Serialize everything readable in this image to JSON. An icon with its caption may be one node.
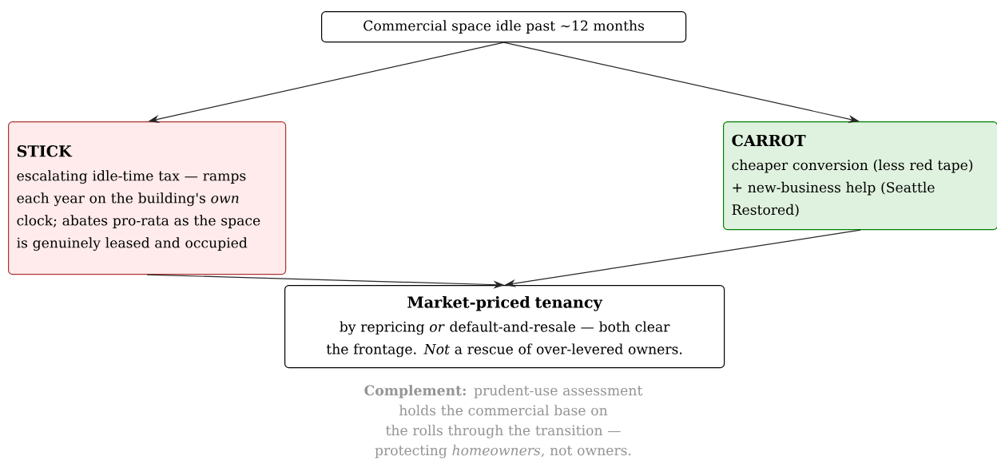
{
  "diagram": {
    "nodes": [
      {
        "text": [
          "Commercial space idle past ∼12 months"
        ]
      },
      {
        "text": [
          "STICK",
          "escalating idle-time tax — ramps each year on the building's *own* clock; abates pro-rata as the space is genuinely leased and occupied"
        ]
      },
      {
        "text": [
          "CARROT",
          "cheaper conversion (less red tape) + new-business help (Seattle Restored)"
        ]
      },
      {
        "text": [
          "Market-priced tenancy",
          "by repricing *or* default-and-resale — both clear the frontage. *Not* a rescue of over-levered owners."
        ]
      }
    ],
    "edges": [
      {
        "from": 0,
        "to": 1,
        "arrow": "to"
      },
      {
        "from": 0,
        "to": 2,
        "arrow": "to"
      },
      {
        "from": 1,
        "to": 3,
        "arrow": "to"
      },
      {
        "from": 2,
        "to": 3,
        "arrow": "to"
      }
    ],
    "labels": [
      "**Complement:** prudent-use assessment holds the commercial base on the rolls through the transition — protecting *homeowners*, not owners."
    ]
  }
}
